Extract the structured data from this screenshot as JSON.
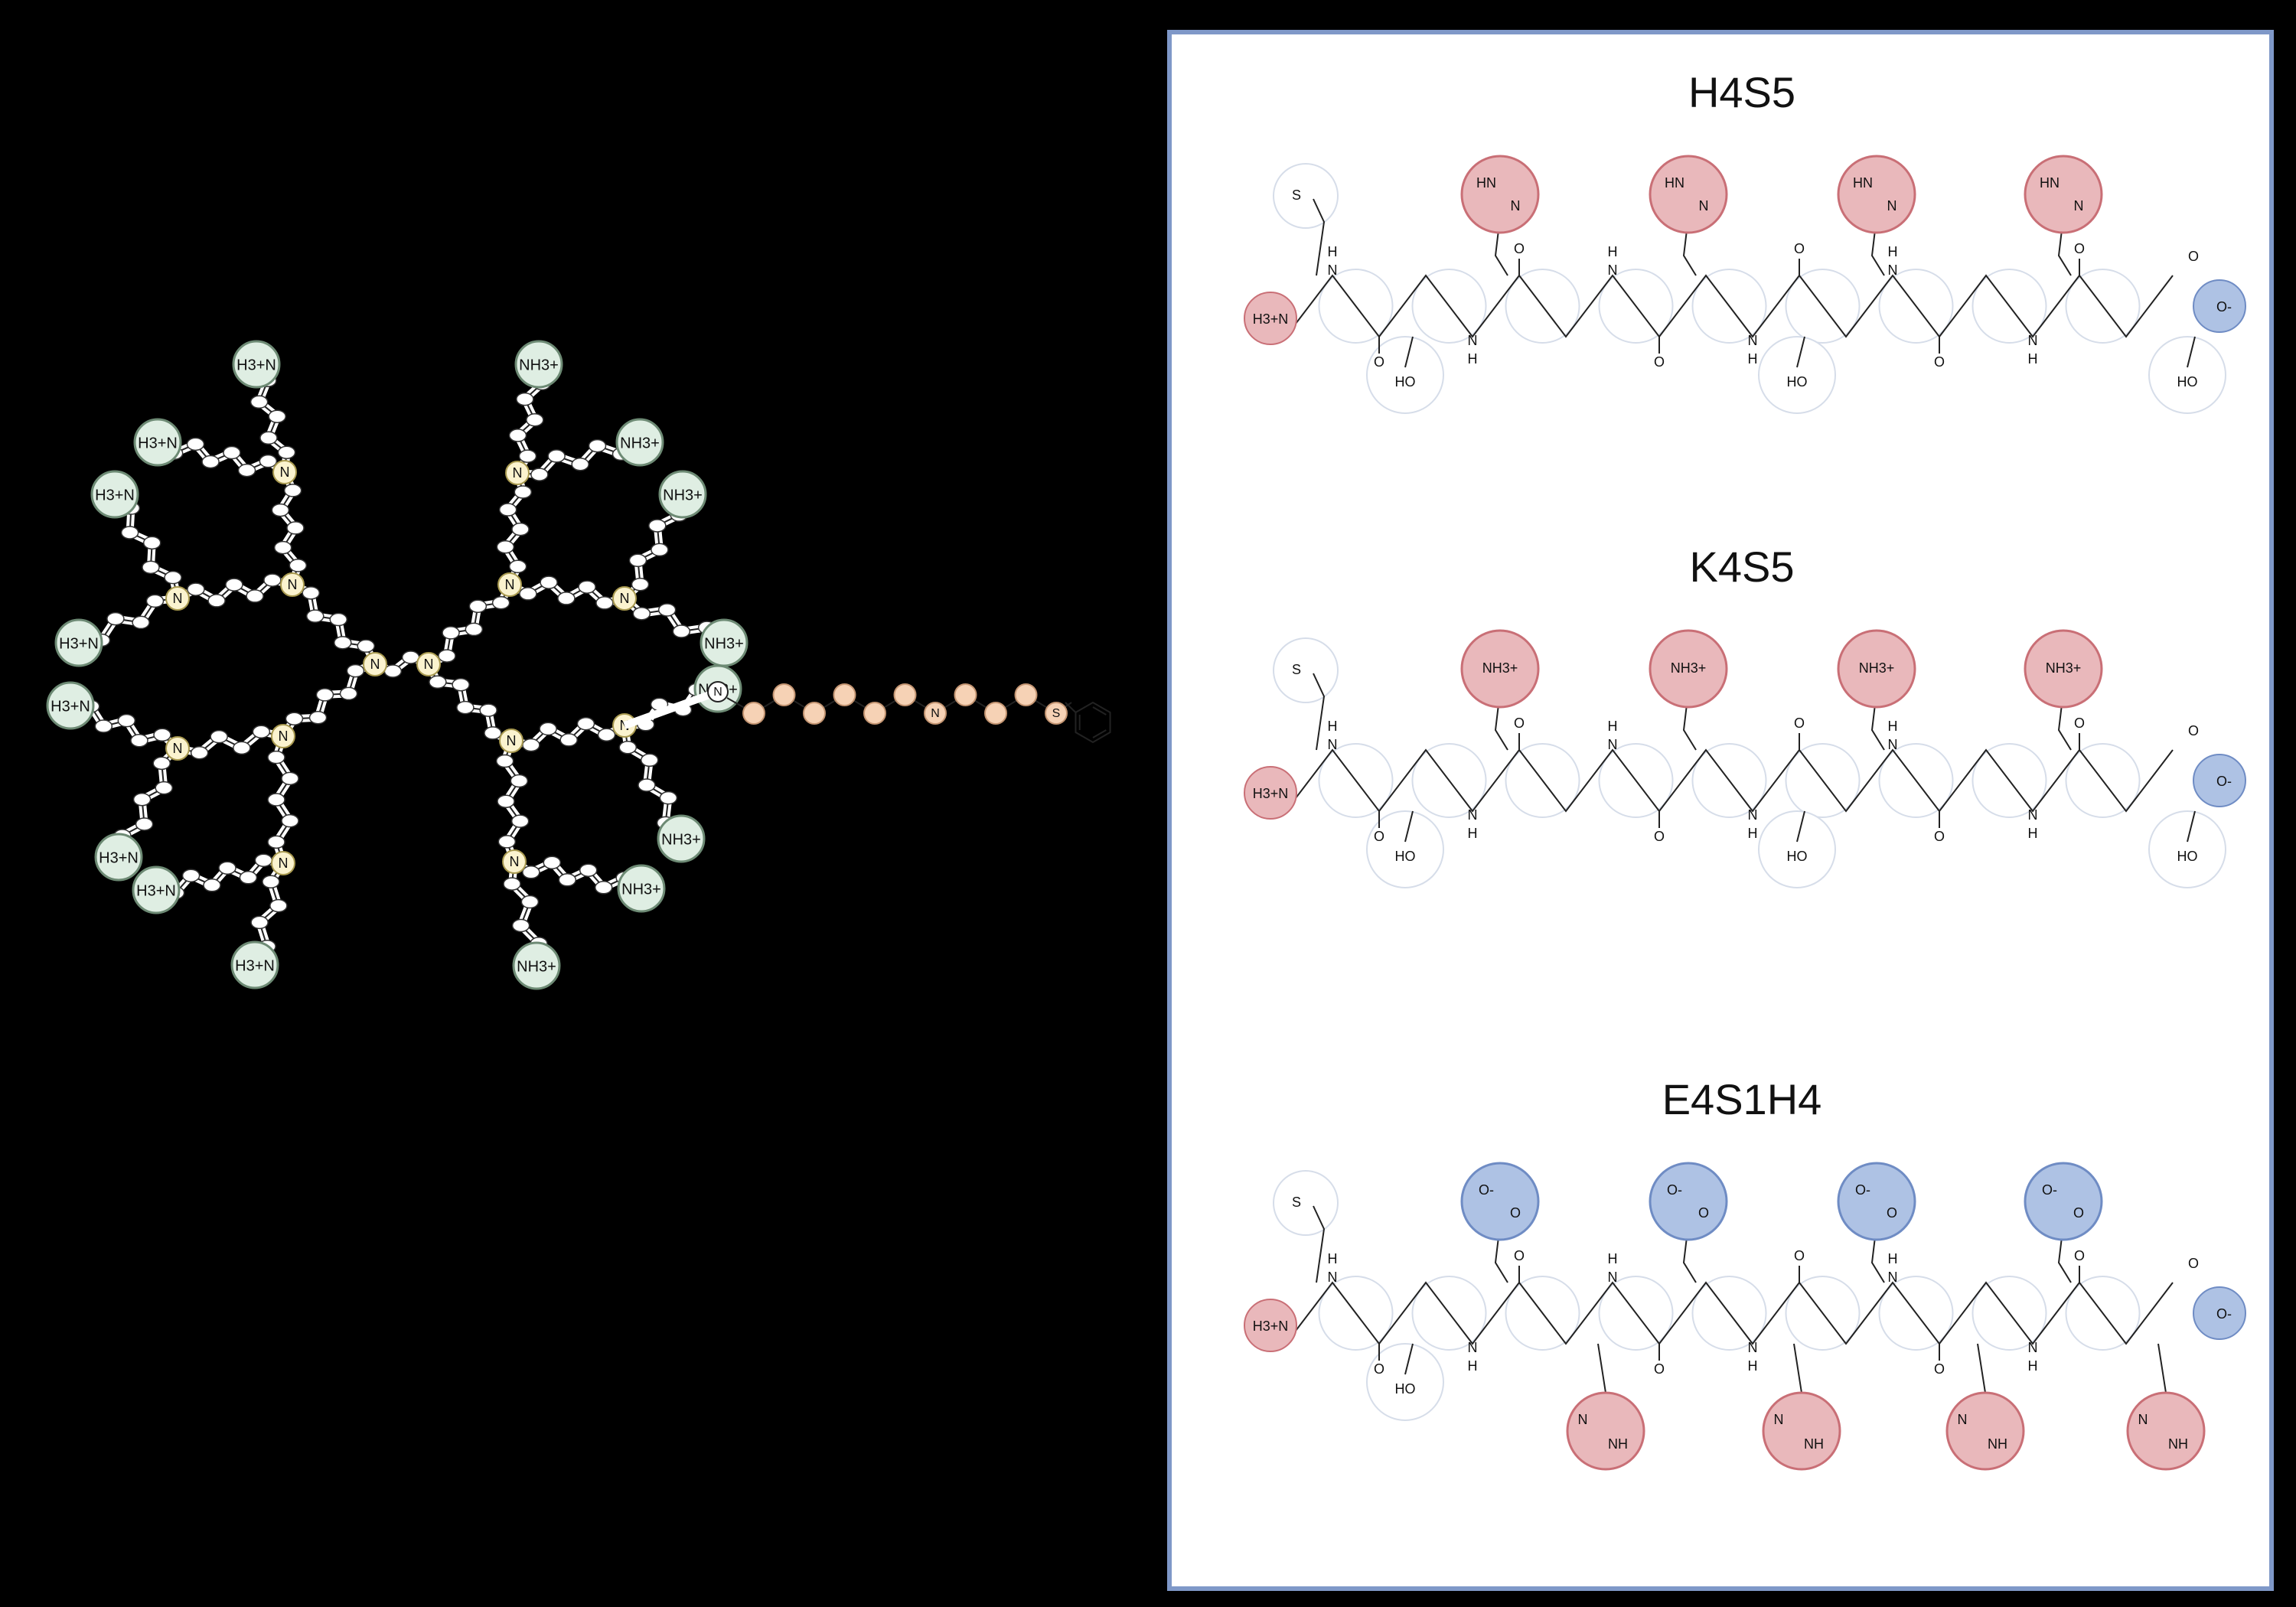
{
  "colors": {
    "background": "#000000",
    "panel_bg": "#ffffff",
    "panel_border": "#7f98c8",
    "cationic": "#e9b8bb",
    "cationic_stroke": "#c96f76",
    "anionic": "#aec2e4",
    "anionic_stroke": "#6f8cc4",
    "neutral": "#ffffff",
    "neutral_stroke": "#d6dde9",
    "amine_node": "#fbf3cf",
    "amine_stroke": "#a99a50",
    "terminal": "#dfeee3",
    "terminal_stroke": "#6d8a74",
    "linker": "#f6d2b5",
    "linker_stroke": "#c49572"
  },
  "dendrimer": {
    "core_atoms": [
      "N",
      "N"
    ],
    "terminal_labels": {
      "left": [
        "H3+N",
        "H3+N",
        "H3+N",
        "H3+N",
        "H3+N",
        "H3+N",
        "H3+N",
        "H3+N"
      ],
      "right": [
        "NH3+",
        "NH3+",
        "NH3+",
        "NH3+",
        "NH3+",
        "NH3+",
        "NH3+",
        "NH3+"
      ]
    },
    "linker_atoms": [
      "N",
      "S"
    ]
  },
  "peptides": [
    {
      "name": "H4S5",
      "side_groups": [
        {
          "label": "HN",
          "label2": "N",
          "charge": "cationic"
        },
        {
          "label": "HN",
          "label2": "N",
          "charge": "cationic"
        },
        {
          "label": "HN",
          "label2": "N",
          "charge": "cationic"
        },
        {
          "label": "HN",
          "label2": "N",
          "charge": "cationic"
        }
      ],
      "n_term": "H3+N",
      "c_term": "O-",
      "thiol": "S",
      "hydroxyl": "HO"
    },
    {
      "name": "K4S5",
      "side_groups": [
        {
          "label": "NH3+",
          "charge": "cationic"
        },
        {
          "label": "NH3+",
          "charge": "cationic"
        },
        {
          "label": "NH3+",
          "charge": "cationic"
        },
        {
          "label": "NH3+",
          "charge": "cationic"
        }
      ],
      "n_term": "H3+N",
      "c_term": "O-",
      "thiol": "S",
      "hydroxyl": "HO"
    },
    {
      "name": "E4S1H4",
      "side_groups": [
        {
          "label": "O-",
          "label2": "O",
          "charge": "anionic"
        },
        {
          "label": "O-",
          "label2": "O",
          "charge": "anionic"
        },
        {
          "label": "O-",
          "label2": "O",
          "charge": "anionic"
        },
        {
          "label": "O-",
          "label2": "O",
          "charge": "anionic"
        }
      ],
      "down_groups": [
        {
          "label": "N",
          "label2": "NH",
          "charge": "cationic"
        },
        {
          "label": "N",
          "label2": "NH",
          "charge": "cationic"
        },
        {
          "label": "N",
          "label2": "NH",
          "charge": "cationic"
        },
        {
          "label": "N",
          "label2": "NH",
          "charge": "cationic"
        }
      ],
      "n_term": "H3+N",
      "c_term": "O-",
      "thiol": "S",
      "hydroxyl": "HO"
    }
  ],
  "backbone_atoms": {
    "nitrogen": "N",
    "hydrogen": "H",
    "oxygen": "O"
  }
}
